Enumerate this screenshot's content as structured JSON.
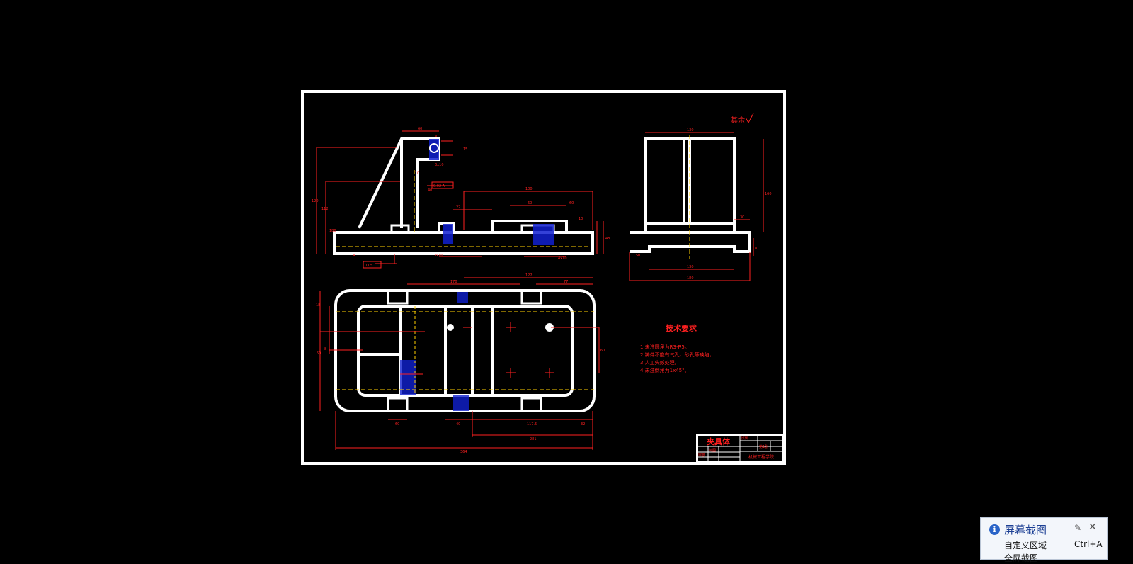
{
  "drawing": {
    "general_roughness_label": "其余",
    "views": {
      "front": {
        "dims": [
          "60",
          "30",
          "15",
          "120",
          "112",
          "180",
          "10",
          "40",
          "24",
          "3x10",
          "100",
          "22",
          "60",
          "60",
          "10",
          "48",
          "4x10",
          "16",
          "3x10",
          "10"
        ],
        "tolerances": [
          "0.02 A",
          "0.05"
        ],
        "datum": "A"
      },
      "side": {
        "dims": [
          "130",
          "160",
          "180",
          "30",
          "130",
          "50",
          "8"
        ]
      },
      "top": {
        "dims": [
          "170",
          "122",
          "77",
          "18",
          "50",
          "60",
          "8",
          "60",
          "117.5",
          "32",
          "40",
          "281",
          "364",
          "40"
        ]
      }
    },
    "tech_requirements": {
      "title": "技术要求",
      "items": [
        "1.未注圆角为R3-R5。",
        "2.铸件不能有气孔、砂孔等缺陷。",
        "3.人工失效处理。",
        "4.未注倒角为1x45°。"
      ]
    },
    "title_block": {
      "part_name": "夹具体",
      "designer": "制图",
      "checker": "审核",
      "scale_label": "比例",
      "sheet_label": "第1张",
      "school": "机械工程学院"
    }
  },
  "popup": {
    "title": "屏幕截图",
    "menu_item": "自定义区域",
    "shortcut": "Ctrl+A",
    "menu_item2": "全屏截图"
  },
  "colors": {
    "background": "#000000",
    "outline": "#ffffff",
    "dimension": "#ff0000",
    "hatch": "#0000ff",
    "centerline": "#ffff00"
  }
}
